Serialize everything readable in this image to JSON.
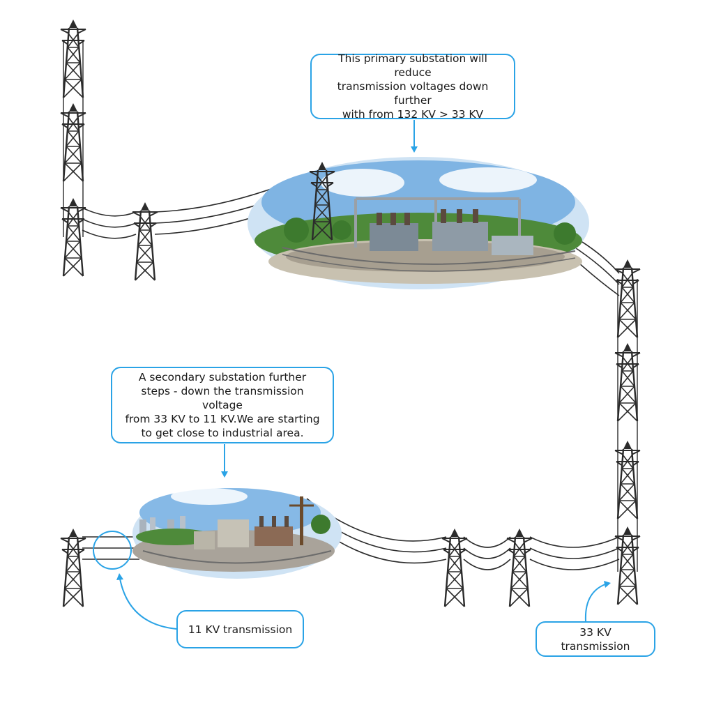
{
  "callouts": {
    "primary": "This primary substation will reduce\ntransmission voltages down further\nwith from 132 KV > 33 KV",
    "secondary": "A secondary substation further\nsteps - down the transmission voltage\nfrom 33 KV to 11 KV.We are starting\nto get close to industrial area.",
    "kv11": "11 KV transmission",
    "kv33": "33 KV transmission"
  },
  "colors": {
    "accent": "#2aa3e6",
    "tower": "#2b2b2b"
  }
}
